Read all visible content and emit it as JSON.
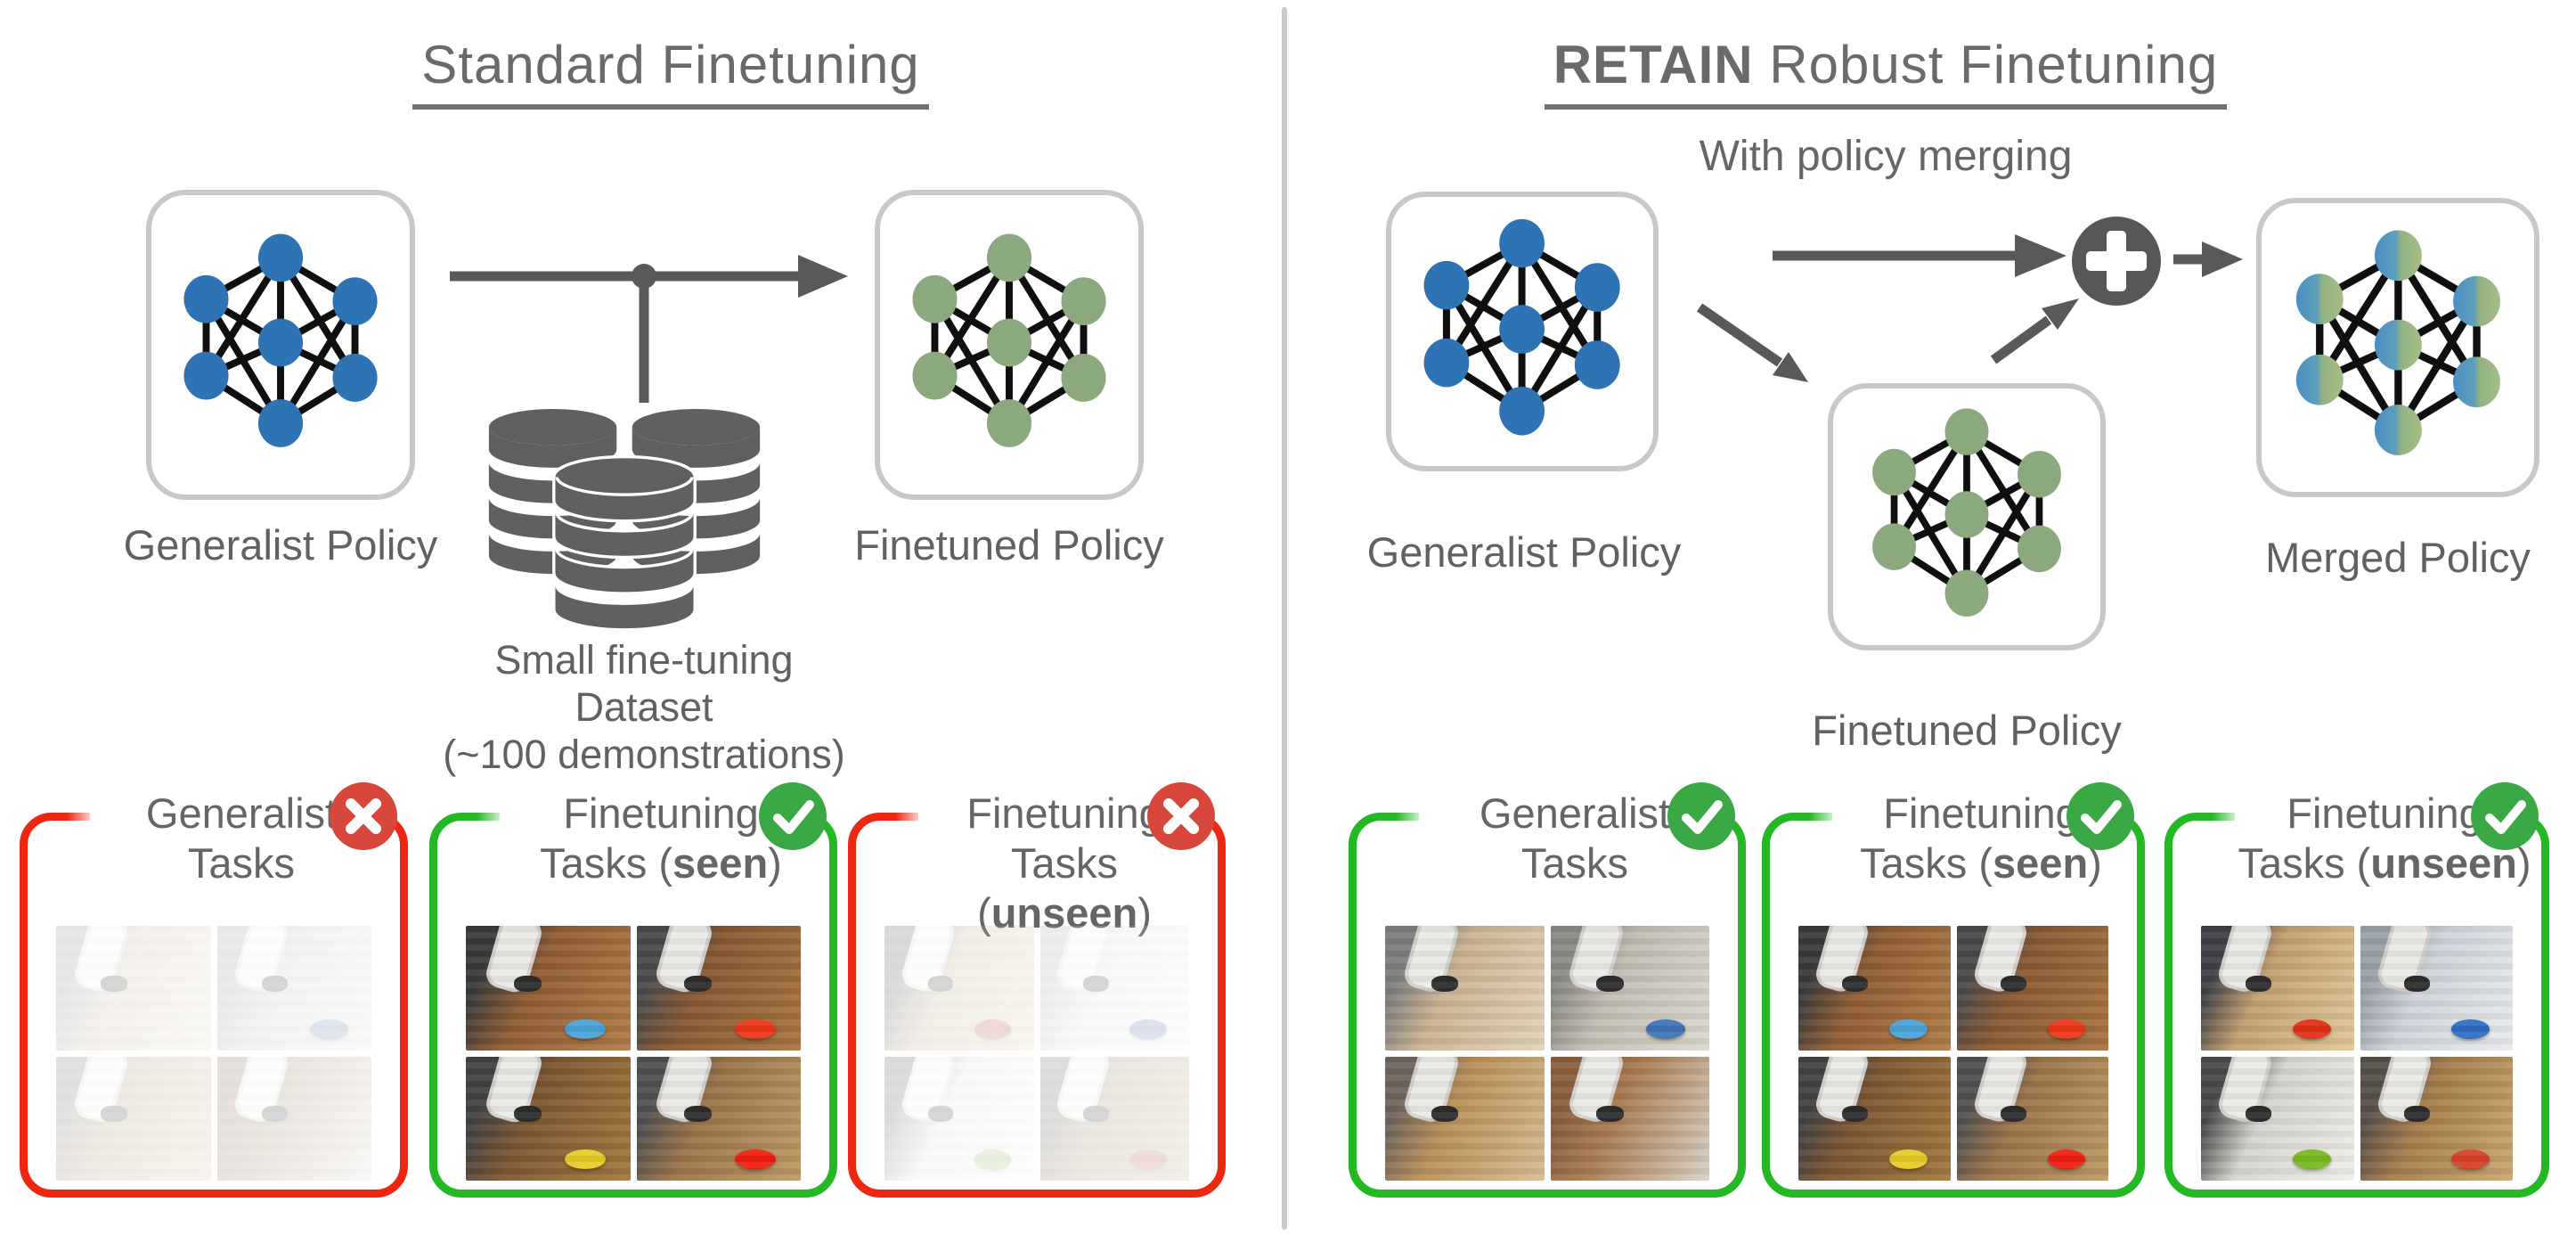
{
  "left": {
    "title": "Standard Finetuning",
    "generalist_label": "Generalist Policy",
    "finetuned_label": "Finetuned Policy",
    "dataset_lines": [
      "Small fine-tuning",
      "Dataset",
      "(~100 demonstrations)"
    ]
  },
  "right": {
    "title_bold": "RETAIN",
    "title_rest": " Robust Finetuning",
    "subtitle": "With policy merging",
    "generalist_label": "Generalist Policy",
    "finetuned_label": "Finetuned Policy",
    "merged_label": "Merged Policy"
  },
  "colors": {
    "title_gray": "#6a6a6a",
    "label_gray": "#616161",
    "arrow_gray": "#595959",
    "policy_border_gray": "#c8c8c8",
    "divider_gray": "#c9c9c9",
    "net_edge_black": "#0f0f0f",
    "net_blue": "#2e73b4",
    "net_green": "#8ca87f",
    "merge_blue": "#4a8ec4",
    "merge_teal": "#5d9fba",
    "merge_sage": "#93b283",
    "merge_green": "#a4bf85",
    "frame_red": "#ee2711",
    "frame_green": "#24b824",
    "badge_red": "#d8473c",
    "badge_green": "#3aa844",
    "database_gray": "#606060",
    "plus_gray": "#575757"
  },
  "icons": {
    "network": "neural-network-icon",
    "database": "database-icon",
    "plus": "merge-plus-icon",
    "check": "check-icon",
    "cross": "cross-icon",
    "arrow": "flow-arrow"
  },
  "task_boxes": [
    {
      "name": "generalist-tasks-left",
      "line1": "Generalist",
      "line2_pre": "Tasks",
      "line2_bold": "",
      "line2_post": "",
      "status": "fail",
      "faded": true,
      "tiles": "generalist"
    },
    {
      "name": "finetuning-tasks-seen-left",
      "line1": "Finetuning",
      "line2_pre": "Tasks (",
      "line2_bold": "seen",
      "line2_post": ")",
      "status": "pass",
      "faded": false,
      "tiles": "seen"
    },
    {
      "name": "finetuning-tasks-unseen-left",
      "line1": "Finetuning",
      "line2_pre": "Tasks (",
      "line2_bold": "unseen",
      "line2_post": ")",
      "status": "fail",
      "faded": true,
      "tiles": "unseen"
    },
    {
      "name": "generalist-tasks-right",
      "line1": "Generalist",
      "line2_pre": "Tasks",
      "line2_bold": "",
      "line2_post": "",
      "status": "pass",
      "faded": false,
      "tiles": "generalist"
    },
    {
      "name": "finetuning-tasks-seen-right",
      "line1": "Finetuning",
      "line2_pre": "Tasks (",
      "line2_bold": "seen",
      "line2_post": ")",
      "status": "pass",
      "faded": false,
      "tiles": "seen"
    },
    {
      "name": "finetuning-tasks-unseen-right",
      "line1": "Finetuning",
      "line2_pre": "Tasks (",
      "line2_bold": "unseen",
      "line2_post": ")",
      "status": "pass",
      "faded": false,
      "tiles": "unseen"
    }
  ],
  "tile_sets": {
    "generalist": [
      {
        "scene": "kitchen-counter-robot",
        "shade": "#7d7d7d",
        "base": "#cbb393",
        "base2": "#e2d3b8",
        "disc": null
      },
      {
        "scene": "bathroom-sink-robot",
        "shade": "#8b8b85",
        "base": "#c2bdb2",
        "base2": "#dcd8cf",
        "disc": "#3f74b8"
      },
      {
        "scene": "wooden-table-robot",
        "shade": "#6e655c",
        "base": "#b98f58",
        "base2": "#d7bd92",
        "disc": null
      },
      {
        "scene": "office-round-table-robot",
        "shade": "#8a5f3d",
        "base": "#a97a50",
        "base2": "#d8d2c6",
        "disc": null
      }
    ],
    "seen": [
      {
        "scene": "wood-room-robot-blue-tool",
        "shade": "#3a3a3a",
        "base": "#8f5c33",
        "base2": "#b07c48",
        "disc": "#4aa3d8"
      },
      {
        "scene": "wood-room-robot-red-disc",
        "shade": "#4a4a4a",
        "base": "#8a5831",
        "base2": "#a87544",
        "disc": "#ee3517"
      },
      {
        "scene": "wood-room-robot-yellow-disc",
        "shade": "#424242",
        "base": "#7e5630",
        "base2": "#a3793f",
        "disc": "#e8cb28"
      },
      {
        "scene": "wood-room-robot-red-disc-table",
        "shade": "#505050",
        "base": "#9c7347",
        "base2": "#bd9a66",
        "disc": "#ee1f10"
      }
    ],
    "unseen": [
      {
        "scene": "desk-red-disc-rack",
        "shade": "#3f3f46",
        "base": "#c3a06f",
        "base2": "#e0c898",
        "disc": "#e03018"
      },
      {
        "scene": "white-table-blue-disc-robot",
        "shade": "#9aa0a8",
        "base": "#cfd4da",
        "base2": "#e8eaee",
        "disc": "#2f6fc2"
      },
      {
        "scene": "round-table-green-disc-rack",
        "shade": "#4a4a4a",
        "base": "#d5d5cf",
        "base2": "#efefe9",
        "disc": "#79b821"
      },
      {
        "scene": "wooden-desk-robot-clutter",
        "shade": "#565049",
        "base": "#a57c4b",
        "base2": "#caa873",
        "disc": "#d8402a"
      }
    ]
  }
}
